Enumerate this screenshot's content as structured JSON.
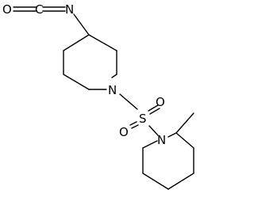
{
  "molecule": {
    "atoms": {
      "o_isocyanate": "O",
      "c_isocyanate": "C",
      "n_isocyanate": "N",
      "n_piperidine_top": "N",
      "s_sulfonyl": "S",
      "o_sulfonyl_top": "O",
      "o_sulfonyl_left": "O",
      "n_piperidine_bottom": "N"
    }
  },
  "colors": {
    "line": "#000000",
    "background": "#ffffff"
  }
}
